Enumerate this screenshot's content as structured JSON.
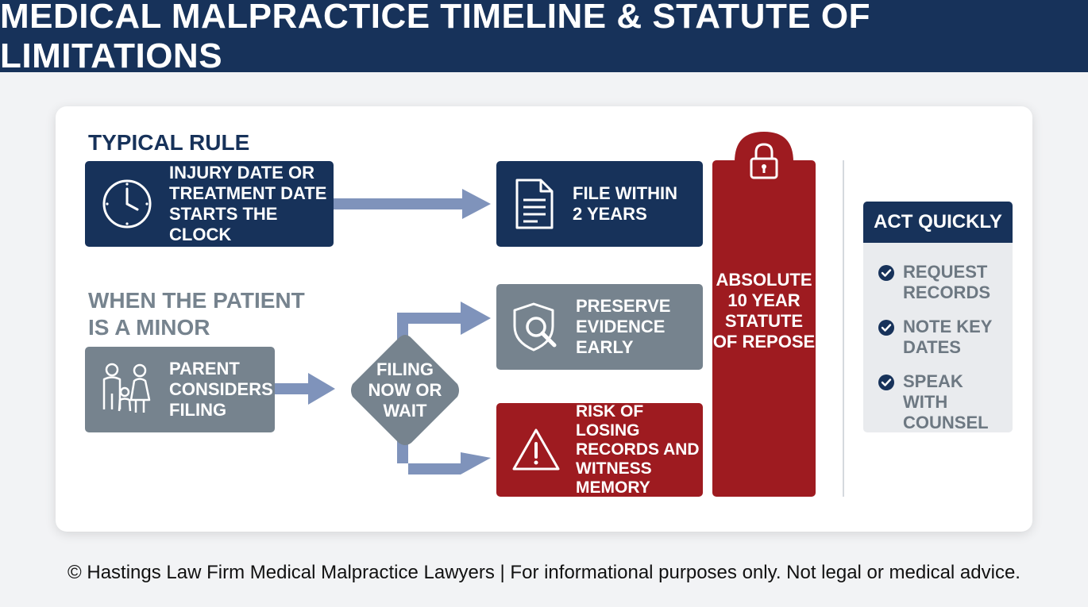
{
  "title": "MEDICAL MALPRACTICE TIMELINE & STATUTE OF LIMITATIONS",
  "typical": {
    "label": "TYPICAL RULE",
    "start_line1": "INJURY DATE OR",
    "start_line2": "TREATMENT DATE",
    "start_line3": "STARTS THE CLOCK",
    "file_line1": "FILE WITHIN",
    "file_line2": "2 YEARS"
  },
  "minor": {
    "label_line1": "WHEN THE PATIENT",
    "label_line2": "IS A MINOR",
    "parent_line1": "PARENT",
    "parent_line2": "CONSIDERS",
    "parent_line3": "FILING",
    "decision_line1": "FILING",
    "decision_line2": "NOW OR",
    "decision_line3": "WAIT",
    "preserve_line1": "PRESERVE",
    "preserve_line2": "EVIDENCE",
    "preserve_line3": "EARLY",
    "risk_line1": "RISK OF LOSING",
    "risk_line2": "RECORDS AND",
    "risk_line3": "WITNESS",
    "risk_line4": "MEMORY"
  },
  "repose": {
    "line1": "ABSOLUTE",
    "line2": "10 YEAR",
    "line3": "STATUTE",
    "line4": "OF REPOSE"
  },
  "act": {
    "title": "ACT QUICKLY",
    "item1_line1": "REQUEST",
    "item1_line2": "RECORDS",
    "item2_line1": "NOTE KEY",
    "item2_line2": "DATES",
    "item3_line1": "SPEAK WITH",
    "item3_line2": "COUNSEL"
  },
  "footer": "© Hastings Law Firm Medical Malpractice Lawyers | For informational purposes only. Not legal or medical advice.",
  "colors": {
    "navy": "#17325a",
    "gray": "#76838e",
    "red": "#9e1b20",
    "arrow": "#7f93bb"
  },
  "icons": [
    "clock-icon",
    "document-icon",
    "family-icon",
    "shield-search-icon",
    "warning-icon",
    "lock-icon",
    "check-circle-icon"
  ]
}
